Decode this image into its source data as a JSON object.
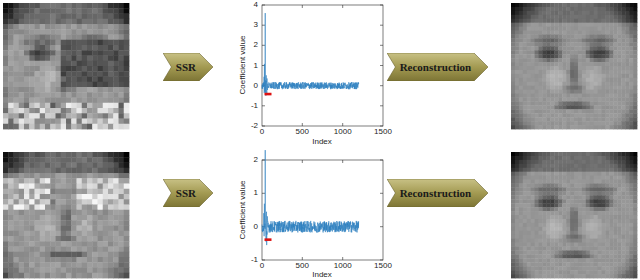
{
  "diagram": {
    "nodes": [
      {
        "text": [
          "SSR"
        ]
      },
      {
        "text": [
          "Reconstruction"
        ]
      },
      {
        "text": [
          "SSR"
        ]
      },
      {
        "text": [
          "Reconstruction"
        ]
      }
    ],
    "labels": [
      "4",
      "3",
      "2",
      "1",
      "0",
      "-1",
      "-2",
      "0",
      "500",
      "1000",
      "1500",
      "Coefficient value",
      "Index",
      "2",
      "1",
      "0",
      "-1",
      "0",
      "500",
      "1000",
      "1500",
      "Coefficient value",
      "Index"
    ]
  }
}
